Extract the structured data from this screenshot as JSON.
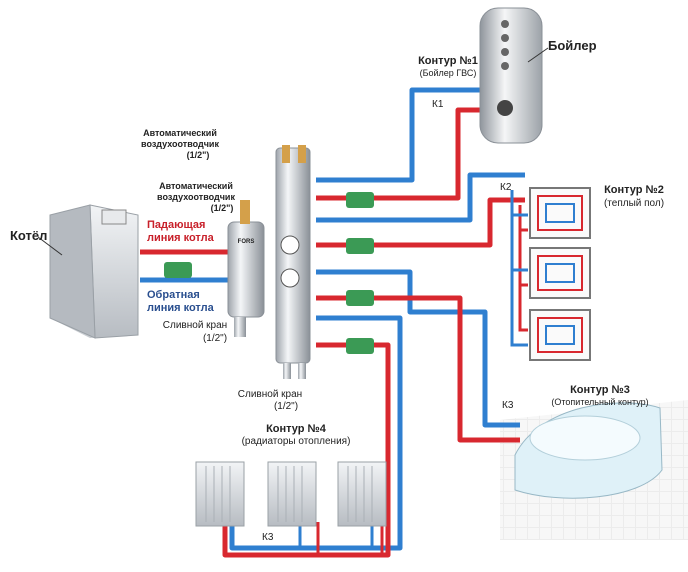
{
  "boiler_label": "Бойлер",
  "kotel_label": "Котёл",
  "contour1": {
    "title": "Контур №1",
    "subtitle": "(Бойлер ГВС)"
  },
  "contour2": {
    "title": "Контур №2",
    "subtitle": "(теплый пол)"
  },
  "contour3": {
    "title": "Контур №3",
    "subtitle": "(Отопительный контур)"
  },
  "contour4": {
    "title": "Контур №4",
    "subtitle": "(радиаторы отопления)"
  },
  "vent_top": {
    "line1": "Автоматический",
    "line2": "воздухоотводчик",
    "line3": "(1/2\")"
  },
  "vent_mid": {
    "line1": "Автоматический",
    "line2": "воздухоотводчик",
    "line3": "(1/2\")"
  },
  "supply_line": {
    "line1": "Падающая",
    "line2": "линия котла"
  },
  "return_line": {
    "line1": "Обратная",
    "line2": "линия котла"
  },
  "drain_left": {
    "line1": "Сливной кран",
    "line2": "(1/2\")"
  },
  "drain_bottom": {
    "line1": "Сливной кран",
    "line2": "(1/2\")"
  },
  "tags": {
    "k1": "К1",
    "k2": "К2",
    "k3_right": "К3",
    "k3_bottom": "К3"
  },
  "brand": "FORS",
  "colors": {
    "hot": "#d8282f",
    "cold": "#2f7fd0",
    "metal": "#d9dde2"
  }
}
